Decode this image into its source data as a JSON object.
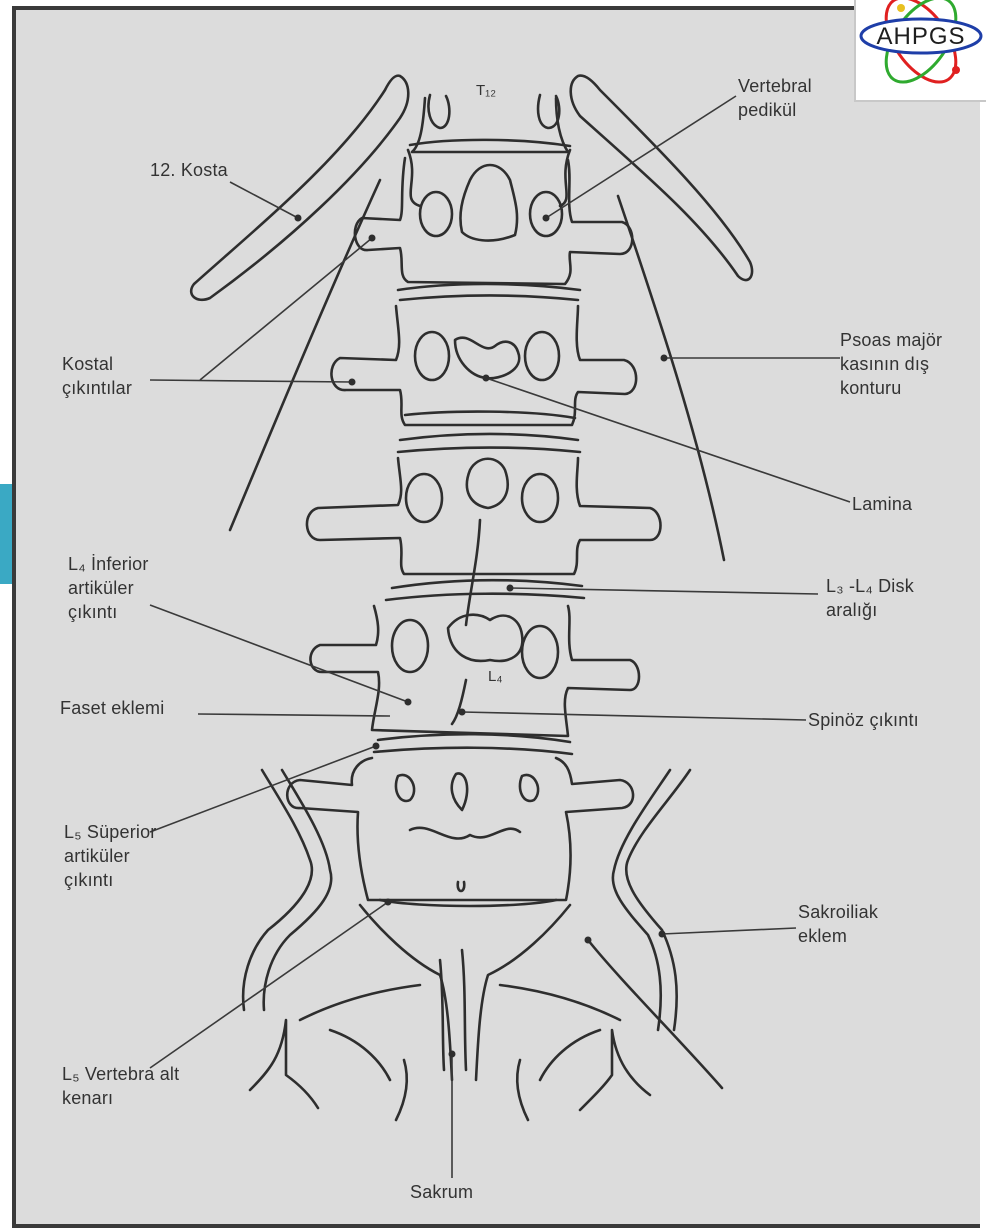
{
  "logo": {
    "text": "AHPGS"
  },
  "labels": {
    "kosta": "12. Kosta",
    "vertebral_pedikul": "Vertebral\npedikül",
    "kostal_cikintilar": "Kostal\nçıkıntılar",
    "psoas": "Psoas majör\nkasının dış\nkonturu",
    "lamina": "Lamina",
    "l4_inferior": "L₄ İnferior\nartiküler\nçıkıntı",
    "l3_l4_disk": "L₃ -L₄ Disk\naralığı",
    "faset": "Faset eklemi",
    "spinoz": "Spinöz çıkıntı",
    "l5_superior": "L₅ Süperior\nartiküler\nçıkıntı",
    "sakroiliak": "Sakroiliak\neklem",
    "l5_alt": "L₅ Vertebra alt\nkenarı",
    "sakrum": "Sakrum",
    "t12": "T₁₂",
    "l4": "L₄"
  },
  "colors": {
    "background": "#dcdcdc",
    "ink": "#333333",
    "accent_tab": "#3aa9c4",
    "logo_blue": "#1e3ea8",
    "logo_red": "#e02020",
    "logo_green": "#2faa2f",
    "logo_yellow": "#e8c020"
  }
}
